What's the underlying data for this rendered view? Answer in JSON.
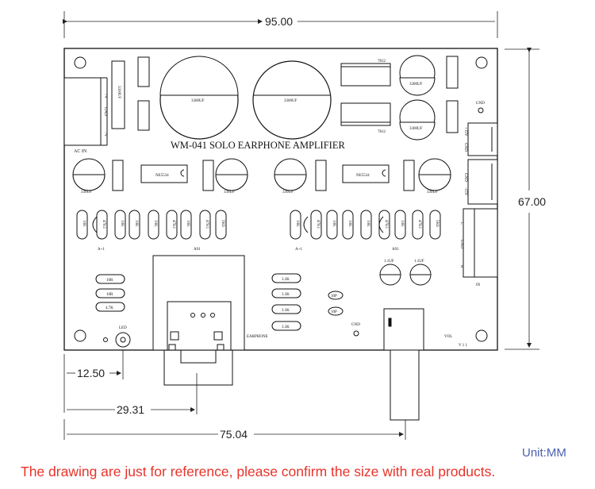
{
  "dimensions": {
    "width_top": "95.00",
    "height_right": "67.00",
    "offset_led": "12.50",
    "offset_jack": "29.31",
    "offset_pot": "75.04"
  },
  "board": {
    "title": "WM-041 SOLO EARPHONE AMPLIFIER",
    "ac_in": "AC IN",
    "ac_terms": [
      "7V",
      "GND",
      "7V"
    ],
    "big_caps": [
      "3300UF",
      "3300UF"
    ],
    "cap_small_left": "3300UF",
    "reg_labels": [
      "7812",
      "7812"
    ],
    "regulator_caps": [
      "3300UF",
      "3300UF"
    ],
    "ic_left": "NE5534",
    "ic_right": "NE5534",
    "cap_row": [
      "330UF",
      "330UF",
      "330UF",
      "330UF"
    ],
    "resistor_row_left": [
      "10K",
      "47K1",
      "10K",
      "10K",
      "10K",
      "47K1",
      "10K",
      "47K1",
      "5K6"
    ],
    "resistor_row_right": [
      "10K",
      "47K1",
      "10K",
      "10K",
      "10K",
      "47K1",
      "10K",
      "47K1",
      "5K6"
    ],
    "chan_labels": [
      "A+1",
      "A91",
      "A+1",
      "A91"
    ],
    "bottom_left_res": [
      "10R",
      "10R",
      "4.7K"
    ],
    "mid_res": [
      "3.3K",
      "3.3K",
      "3.3K",
      "3.3K"
    ],
    "small_caps": [
      "10P",
      "10P"
    ],
    "film_caps": [
      "1.1UF",
      "1.1UF"
    ],
    "earphone": "EARPHONE",
    "led": "LED",
    "gnd": "GND",
    "gnd_top": "GND",
    "vol": "VOL",
    "input": "IN",
    "pot_pins": "V 1 1",
    "right_term_top": [
      "+15V",
      "GND"
    ],
    "right_term_mid": [
      "GND",
      "-15V"
    ],
    "right_term_bot": [
      "L",
      "GND",
      "R"
    ]
  },
  "unit": "Unit:MM",
  "note": "The drawing are just for reference, please confirm the size with real products."
}
